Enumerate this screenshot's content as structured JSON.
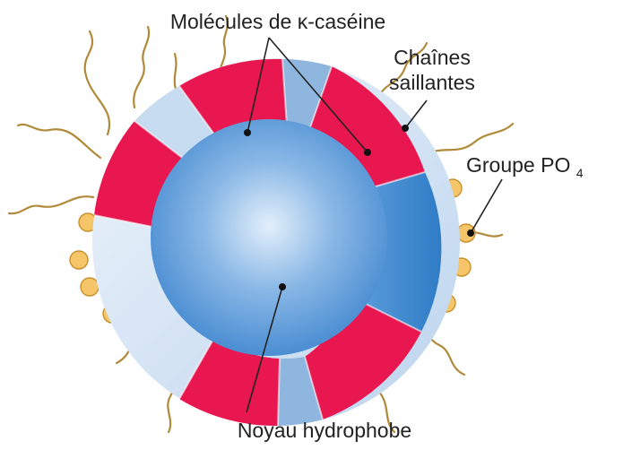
{
  "labels": {
    "kappa_casein": "Molécules de κ-caséine",
    "chains_line1": "Chaînes",
    "chains_line2": "saillantes",
    "phosphate_text": "Groupe PO",
    "phosphate_subscript": "4",
    "core": "Noyau hydrophobe"
  },
  "colors": {
    "kappa_casein": "#e8174f",
    "shell_light": "#d7e6f6",
    "shell_mid": "#8fb6df",
    "shell_dark": "#3d8ad2",
    "core_center": "#dbeaf8",
    "core_edge": "#3f86cf",
    "phosphate": "#f6c56a",
    "chains": "#b08a3a"
  }
}
